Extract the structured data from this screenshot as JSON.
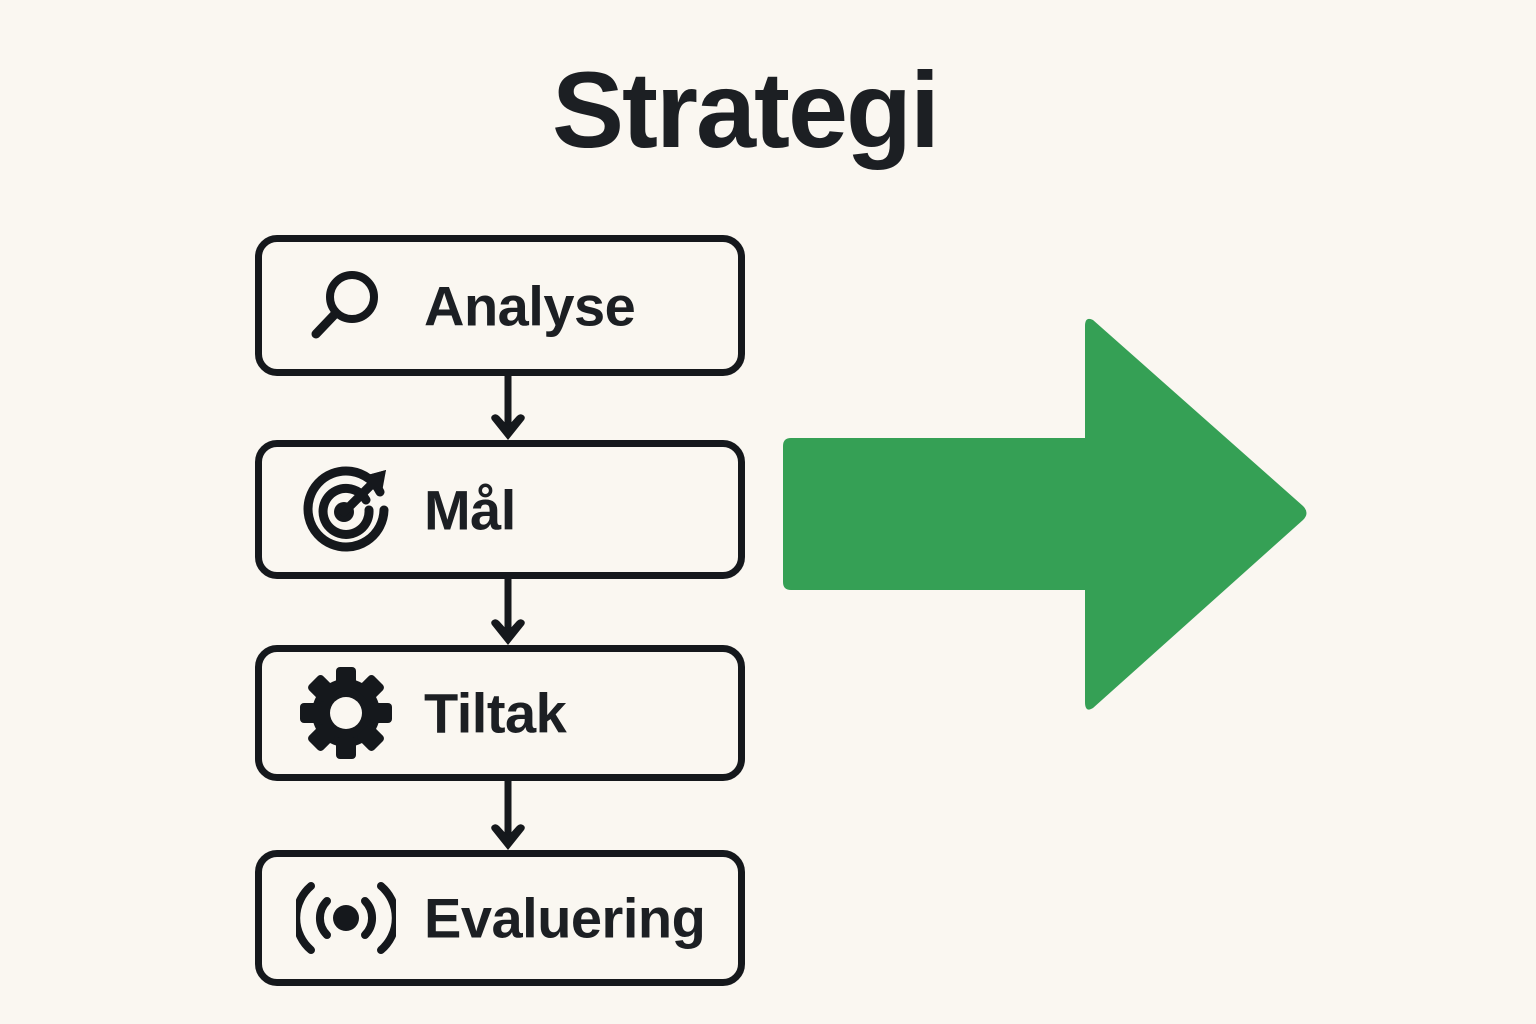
{
  "title": "Strategi",
  "background_color": "#faf7f1",
  "ink_color": "#15181c",
  "accent_color": "#35a055",
  "flow": {
    "steps": [
      {
        "id": "analyse",
        "label": "Analyse",
        "icon": "magnifier-icon"
      },
      {
        "id": "mal",
        "label": "Mål",
        "icon": "target-icon"
      },
      {
        "id": "tiltak",
        "label": "Tiltak",
        "icon": "gear-icon"
      },
      {
        "id": "evaluering",
        "label": "Evaluering",
        "icon": "broadcast-icon"
      }
    ],
    "connector_icon": "arrow-down-icon",
    "connector_count": 3
  },
  "decoration": {
    "arrow_icon": "arrow-right-icon",
    "arrow_color": "#35a055",
    "arrow_direction": "right"
  }
}
